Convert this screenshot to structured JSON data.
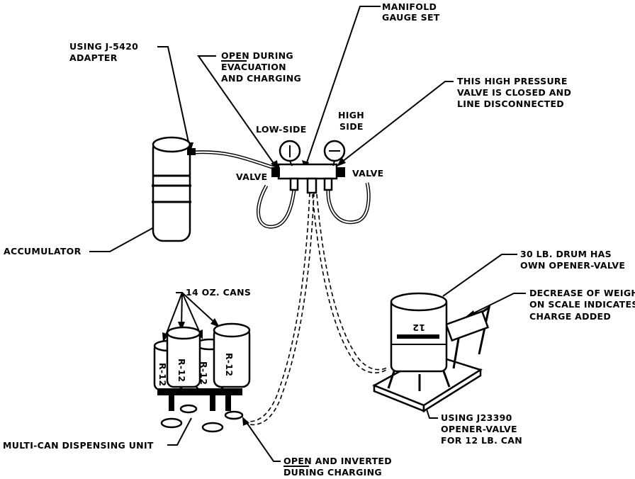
{
  "labels": {
    "manifold_1": "MANIFOLD",
    "manifold_2": "GAUGE SET",
    "adapter_1": "USING J-5420",
    "adapter_2": "ADAPTER",
    "open_word": "OPEN",
    "open_during": " DURING",
    "evacuation": "EVACUATION",
    "and_charging": "AND CHARGING",
    "highp_1": "THIS HIGH PRESSURE",
    "highp_2": "VALVE IS CLOSED AND",
    "highp_3": "LINE DISCONNECTED",
    "low_side": "LOW-SIDE",
    "high_1": "HIGH",
    "high_2": "SIDE",
    "valve_left": "VALVE",
    "valve_right": "VALVE",
    "accumulator": "ACCUMULATOR",
    "drum_1": "30 LB. DRUM HAS",
    "drum_2": "OWN OPENER-VALVE",
    "cans": "14 OZ. CANS",
    "weight_1": "DECREASE OF WEIGHT",
    "weight_2": "ON SCALE INDICATES",
    "weight_3": "CHARGE ADDED",
    "opener_1": "USING J23390",
    "opener_2": "OPENER-VALVE",
    "opener_3": "FOR 12 LB. CAN",
    "multican": "MULTI-CAN DISPENSING UNIT",
    "open2_word": "OPEN",
    "open2_rest": " AND INVERTED",
    "during_charging": "DURING CHARGING",
    "can_text": "R-12",
    "can_text_2": "R-12",
    "can_text_3": "R-12",
    "can_text_4": "R-12",
    "scale_number": "12"
  }
}
